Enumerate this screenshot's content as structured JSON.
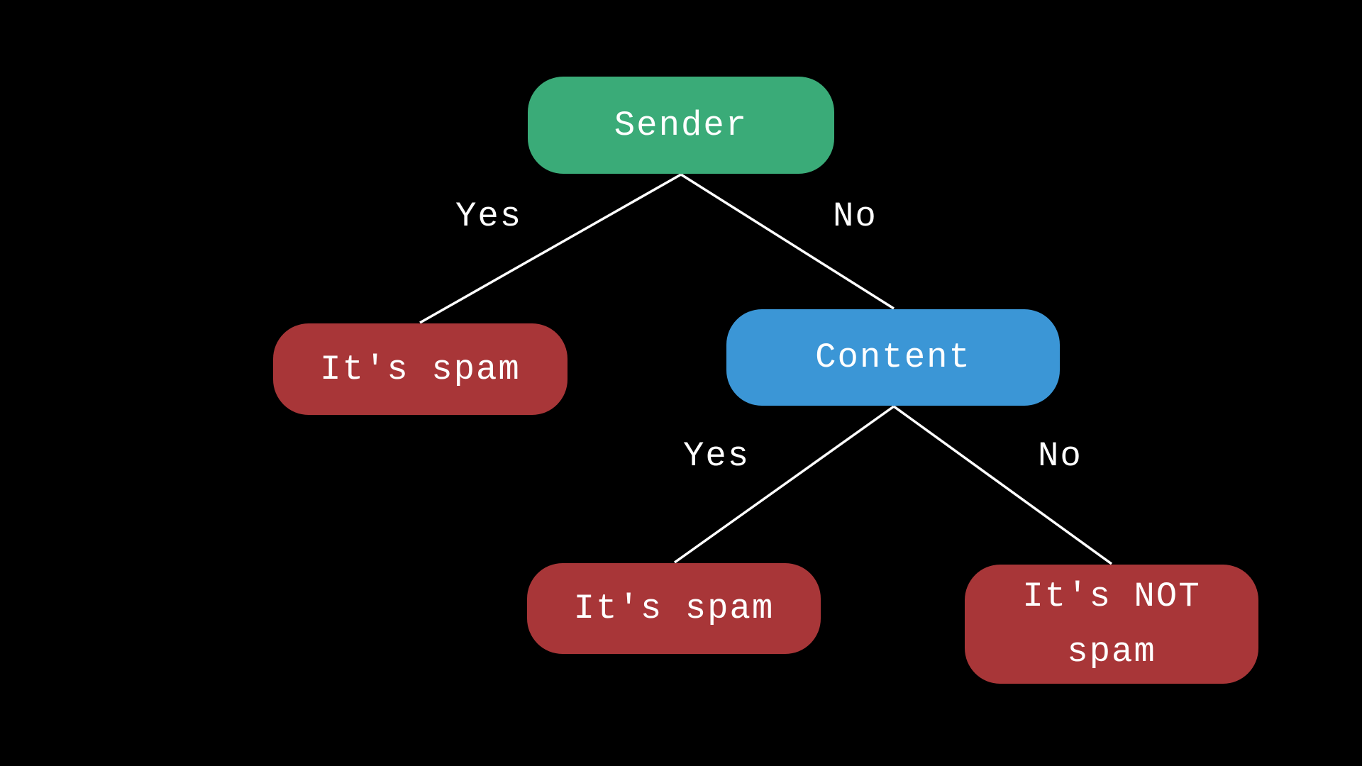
{
  "colors": {
    "background": "#000000",
    "decision_node": "#3aab78",
    "content_node": "#3b96d6",
    "leaf_node": "#a83638",
    "edge": "#ffffff",
    "text": "#ffffff"
  },
  "tree": {
    "root": {
      "label": "Sender"
    },
    "content": {
      "label": "Content"
    },
    "leaf_spam_1": {
      "label": "It's spam"
    },
    "leaf_spam_2": {
      "label": "It's spam"
    },
    "leaf_not_spam": {
      "line1": "It's NOT",
      "line2": "spam"
    },
    "edge_labels": {
      "root_yes": "Yes",
      "root_no": "No",
      "content_yes": "Yes",
      "content_no": "No"
    }
  }
}
